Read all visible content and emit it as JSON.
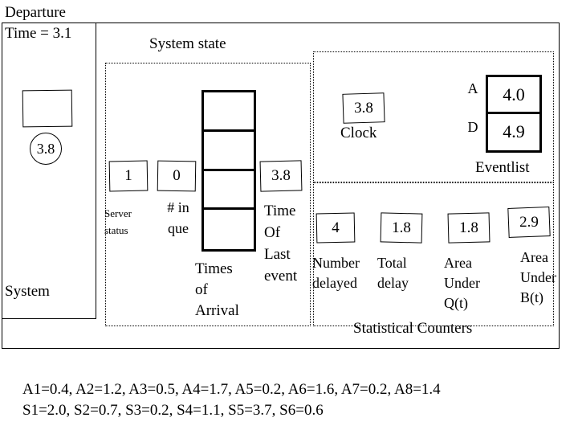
{
  "departure": {
    "title_line1": "Departure",
    "title_line2": "Time = 3.1",
    "customer_box_value": "",
    "service_time_value": "3.8",
    "panel_label": "System"
  },
  "system_state": {
    "title": "System state",
    "server_status": {
      "value": "1",
      "label_line1": "Server",
      "label_line2": "status"
    },
    "num_in_queue": {
      "value": "0",
      "label_line1": "# in",
      "label_line2": "que"
    },
    "arrival_times": {
      "label_line1": "Times",
      "label_line2": "of",
      "label_line3": "Arrival",
      "cells": [
        "",
        "",
        "",
        ""
      ]
    },
    "time_of_last_event": {
      "value": "3.8",
      "label_line1": "Time",
      "label_line2": "Of",
      "label_line3": "Last",
      "label_line4": "event"
    }
  },
  "clock": {
    "value": "3.8",
    "label": "Clock"
  },
  "eventlist": {
    "label": "Eventlist",
    "entries": [
      {
        "key": "A",
        "value": "4.0"
      },
      {
        "key": "D",
        "value": "4.9"
      }
    ]
  },
  "statistical_counters": {
    "title": "Statistical Counters",
    "items": [
      {
        "value": "4",
        "label_line1": "Number",
        "label_line2": "delayed",
        "label_line3": ""
      },
      {
        "value": "1.8",
        "label_line1": "Total",
        "label_line2": "delay",
        "label_line3": ""
      },
      {
        "value": "1.8",
        "label_line1": "Area",
        "label_line2": "Under",
        "label_line3": "Q(t)"
      },
      {
        "value": "2.9",
        "label_line1": "Area",
        "label_line2": "Under",
        "label_line3": "B(t)"
      }
    ]
  },
  "footer": {
    "line1": "A1=0.4, A2=1.2, A3=0.5, A4=1.7, A5=0.2, A6=1.6, A7=0.2, A8=1.4",
    "line2": "S1=2.0, S2=0.7, S3=0.2, S4=1.1, S5=3.7, S6=0.6"
  },
  "colors": {
    "ink": "#000000",
    "background": "#ffffff"
  }
}
